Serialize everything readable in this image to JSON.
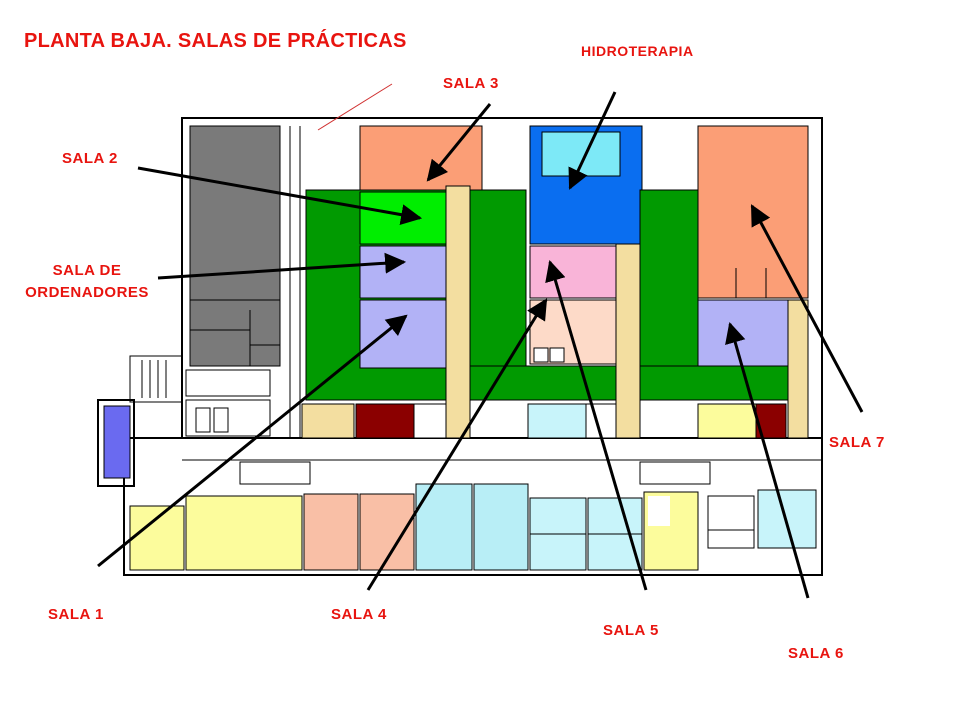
{
  "title": "PLANTA BAJA. SALAS DE PRÁCTICAS",
  "labels": {
    "hidroterapia": "HIDROTERAPIA",
    "sala1": "SALA 1",
    "sala2": "SALA 2",
    "sala3": "SALA 3",
    "sala4": "SALA 4",
    "sala5": "SALA 5",
    "sala6": "SALA 6",
    "sala7": "SALA 7",
    "ordenadores_line1": "SALA DE",
    "ordenadores_line2": "ORDENADORES"
  },
  "colors": {
    "label": "#e8140f",
    "corridor_green": "#019a01",
    "sala2": "#00ee00",
    "sala3": "#fb9e76",
    "sala_ordenadores": "#b2b2f6",
    "sala1": "#b2b2f6",
    "hidroterapia": "#0a6ef0",
    "pool": "#7de9f7",
    "sala5": "#f9b4d8",
    "sala4": "#fddac8",
    "sala7": "#fb9e76",
    "sala6": "#b2b2f6",
    "service_dark": "#7a7a7a",
    "stair_blue": "#6a6af0",
    "maroon": "#8b0000",
    "beige": "#f3dea0",
    "yellow": "#fcfc9c",
    "salmon": "#f9bfa6",
    "light_cyan": "#c8f4fa",
    "cyan": "#b8eef6"
  }
}
